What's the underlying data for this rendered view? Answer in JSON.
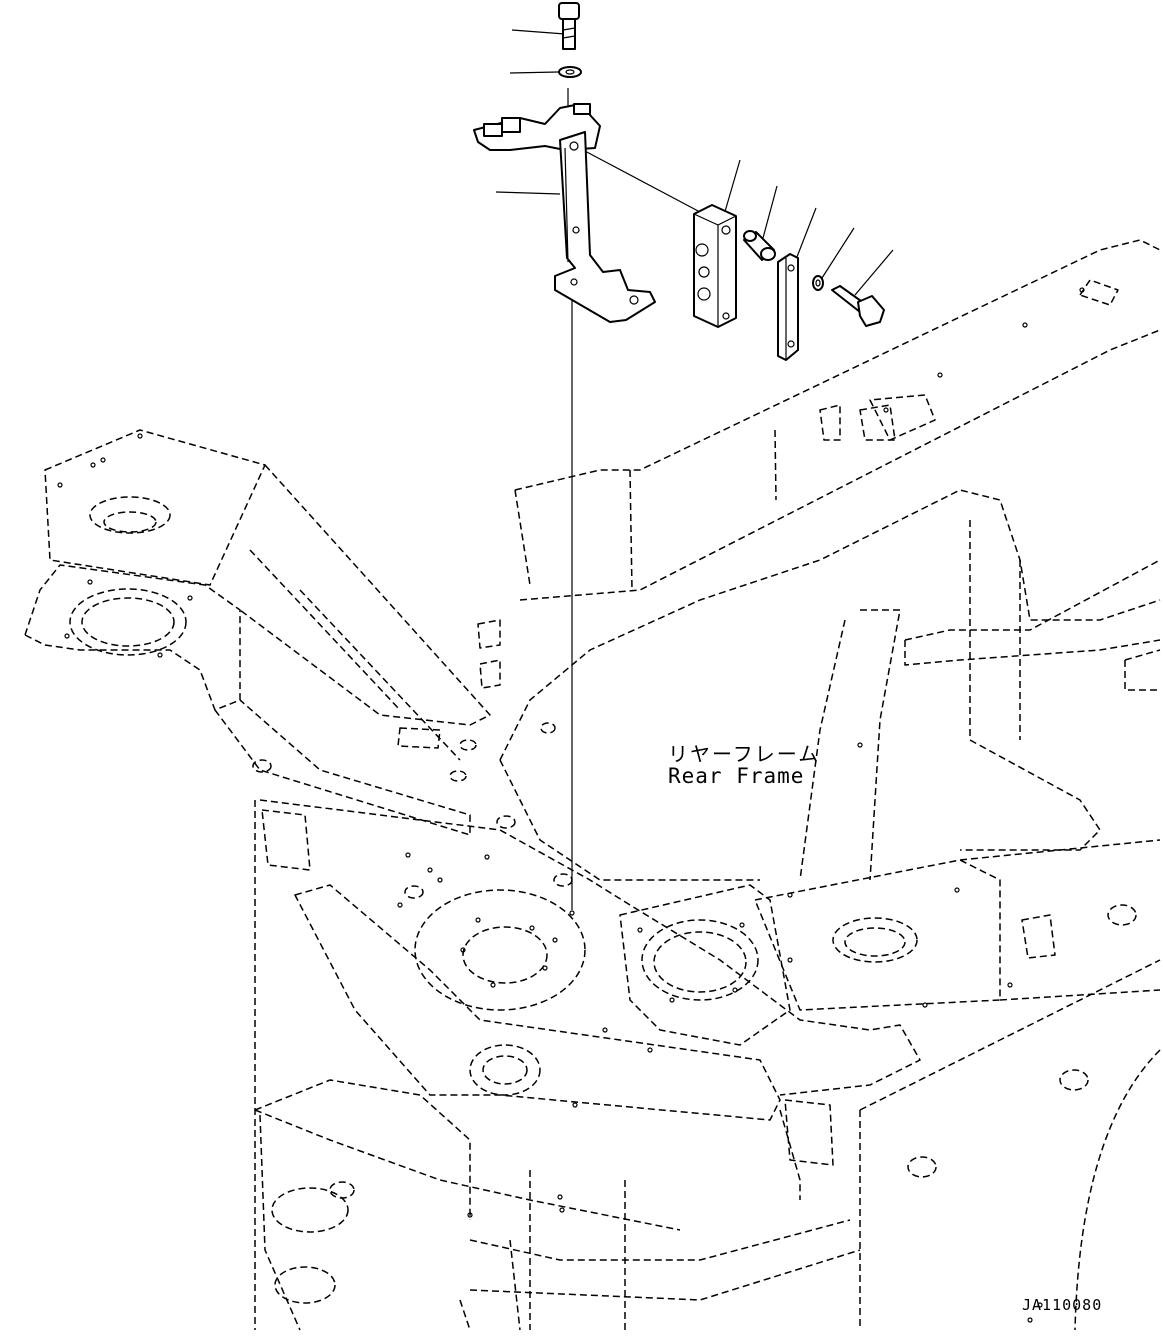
{
  "labels": {
    "frame_jp": "リヤーフレーム",
    "frame_en": "Rear Frame"
  },
  "drawing_code": "JA110080",
  "parts": [
    {
      "name": "bolt-top-icon"
    },
    {
      "name": "washer-top-icon"
    },
    {
      "name": "bracket-icon"
    },
    {
      "name": "block-icon"
    },
    {
      "name": "collar-icon"
    },
    {
      "name": "plate-icon"
    },
    {
      "name": "washer-side-icon"
    },
    {
      "name": "bolt-side-icon"
    }
  ]
}
